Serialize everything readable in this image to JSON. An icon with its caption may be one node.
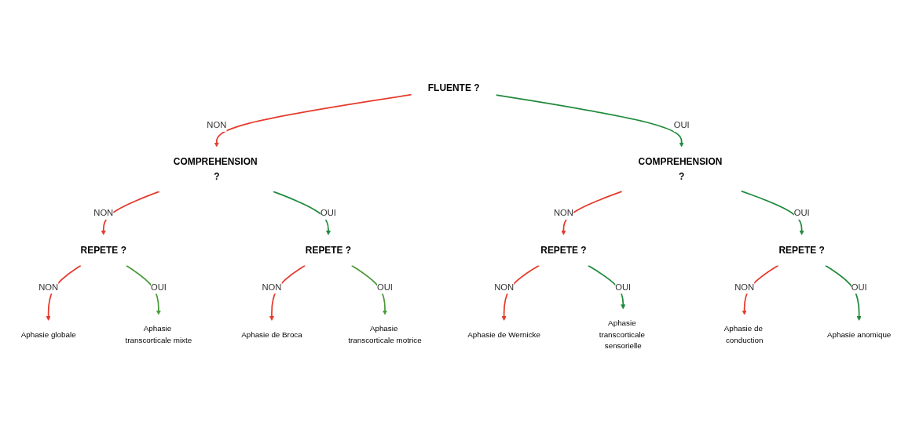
{
  "diagram": {
    "nodes": [
      {
        "text": [
          "FLUENTE ?"
        ]
      },
      {
        "text": [
          "COMPREHENSION ?"
        ]
      },
      {
        "text": [
          "COMPREHENSION ?"
        ]
      },
      {
        "text": [
          "REPETE ?"
        ]
      },
      {
        "text": [
          "REPETE ?"
        ]
      },
      {
        "text": [
          "REPETE ?"
        ]
      },
      {
        "text": [
          "REPETE ?"
        ]
      },
      {
        "text": [
          "Aphasie globale"
        ]
      },
      {
        "text": [
          "Aphasie transcorticale mixte"
        ]
      },
      {
        "text": [
          "Aphasie de Broca"
        ]
      },
      {
        "text": [
          "Aphasie transcorticale motrice"
        ]
      },
      {
        "text": [
          "Aphasie de Wernicke"
        ]
      },
      {
        "text": [
          "Aphasie transcorticale sensorielle"
        ]
      },
      {
        "text": [
          "Aphasie de conduction"
        ]
      },
      {
        "text": [
          "Aphasie anomique"
        ]
      }
    ],
    "edges": [
      {
        "from": 0,
        "to": 1,
        "arrow": "to",
        "label": "NON",
        "color": "#e53b2c"
      },
      {
        "from": 0,
        "to": 2,
        "arrow": "to",
        "label": "OUI",
        "color": "#208a3c"
      },
      {
        "from": 1,
        "to": 3,
        "arrow": "to",
        "label": "NON",
        "color": "#e53b2c"
      },
      {
        "from": 1,
        "to": 4,
        "arrow": "to",
        "label": "OUI",
        "color": "#208a3c"
      },
      {
        "from": 2,
        "to": 5,
        "arrow": "to",
        "label": "NON",
        "color": "#e53b2c"
      },
      {
        "from": 2,
        "to": 6,
        "arrow": "to",
        "label": "OUI",
        "color": "#208a3c"
      },
      {
        "from": 3,
        "to": 7,
        "arrow": "to",
        "label": "NON",
        "color": "#e53b2c"
      },
      {
        "from": 3,
        "to": 8,
        "arrow": "to",
        "label": "OUI",
        "color": "#4c9a3a"
      },
      {
        "from": 4,
        "to": 9,
        "arrow": "to",
        "label": "NON",
        "color": "#e53b2c"
      },
      {
        "from": 4,
        "to": 10,
        "arrow": "to",
        "label": "OUI",
        "color": "#4c9a3a"
      },
      {
        "from": 5,
        "to": 11,
        "arrow": "to",
        "label": "NON",
        "color": "#e53b2c"
      },
      {
        "from": 5,
        "to": 12,
        "arrow": "to",
        "label": "OUI",
        "color": "#208a3c"
      },
      {
        "from": 6,
        "to": 13,
        "arrow": "to",
        "label": "NON",
        "color": "#e53b2c"
      },
      {
        "from": 6,
        "to": 14,
        "arrow": "to",
        "label": "OUI",
        "color": "#208a3c"
      }
    ]
  }
}
